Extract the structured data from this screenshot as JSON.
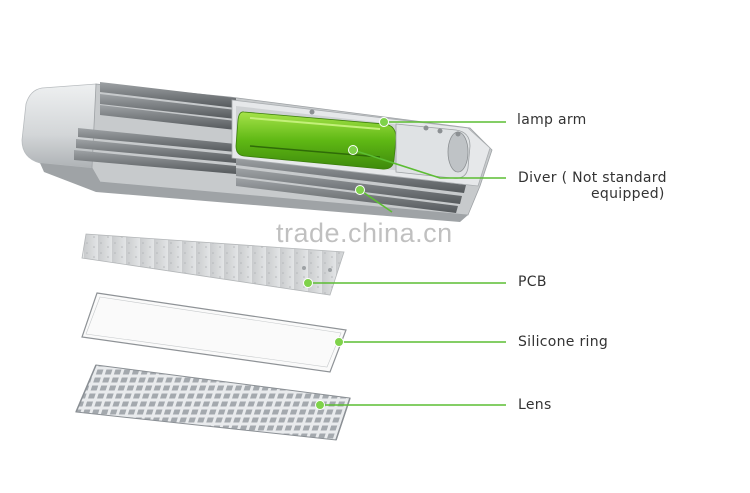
{
  "labels": {
    "lamp_arm": "lamp arm",
    "driver_line1": "Diver ( Not standard",
    "driver_line2": "equipped)",
    "pcb": "PCB",
    "silicone_ring": "Silicone ring",
    "lens": "Lens"
  },
  "watermark": "trade.china.cn",
  "colors": {
    "leader_line": "#5cbd33",
    "dot": "#7fd24a",
    "driver_green": "#6bc21a",
    "heatsink": "#8a8d90",
    "housing": "#d9dcde",
    "pcb": "#d2d4d6",
    "lens": "#b9bdc2"
  }
}
